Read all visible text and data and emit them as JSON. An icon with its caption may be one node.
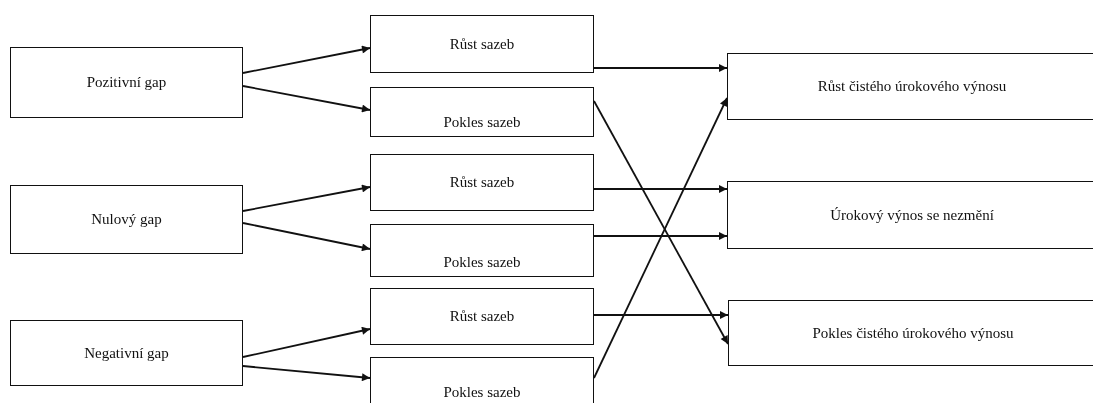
{
  "diagram": {
    "nodes": [
      {
        "text": [
          "Pozitivní gap"
        ]
      },
      {
        "text": [
          "Růst sazeb"
        ]
      },
      {
        "text": [
          "Pokles sazeb"
        ]
      },
      {
        "text": [
          "Nulový gap"
        ]
      },
      {
        "text": [
          "Růst sazeb"
        ]
      },
      {
        "text": [
          "Pokles sazeb"
        ]
      },
      {
        "text": [
          "Negativní gap"
        ]
      },
      {
        "text": [
          "Růst sazeb"
        ]
      },
      {
        "text": [
          "Pokles sazeb"
        ]
      },
      {
        "text": [
          "Růst čistého úrokového výnosu"
        ]
      },
      {
        "text": [
          "Úrokový výnos se nezmění"
        ]
      },
      {
        "text": [
          "Pokles čistého úrokového výnosu"
        ]
      }
    ],
    "edges": [
      {
        "from": 0,
        "to": 1,
        "arrow": "to"
      },
      {
        "from": 0,
        "to": 2,
        "arrow": "to"
      },
      {
        "from": 1,
        "to": 9,
        "arrow": "to"
      },
      {
        "from": 2,
        "to": 11,
        "arrow": "to"
      },
      {
        "from": 3,
        "to": 4,
        "arrow": "to"
      },
      {
        "from": 3,
        "to": 5,
        "arrow": "to"
      },
      {
        "from": 4,
        "to": 10,
        "arrow": "to"
      },
      {
        "from": 5,
        "to": 10,
        "arrow": "to"
      },
      {
        "from": 6,
        "to": 7,
        "arrow": "to"
      },
      {
        "from": 6,
        "to": 8,
        "arrow": "to"
      },
      {
        "from": 7,
        "to": 11,
        "arrow": "to"
      },
      {
        "from": 8,
        "to": 9,
        "arrow": "to"
      }
    ]
  }
}
